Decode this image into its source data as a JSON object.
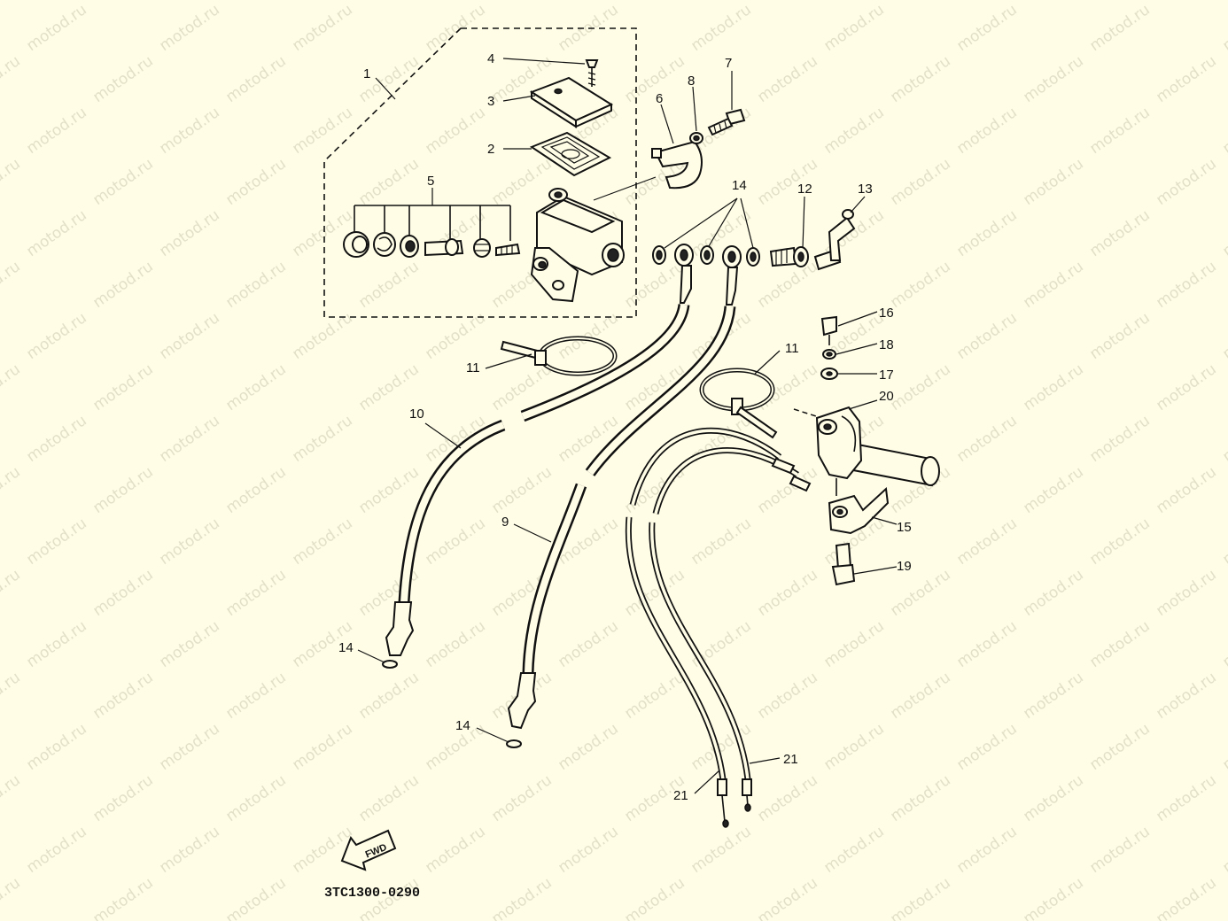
{
  "watermark": "motod.ru",
  "drawing_code": "3TC1300-0290",
  "fwd_label": "FWD",
  "callouts": [
    {
      "id": "1",
      "text": "1"
    },
    {
      "id": "2",
      "text": "2"
    },
    {
      "id": "3",
      "text": "3"
    },
    {
      "id": "4",
      "text": "4"
    },
    {
      "id": "5",
      "text": "5"
    },
    {
      "id": "6",
      "text": "6"
    },
    {
      "id": "7",
      "text": "7"
    },
    {
      "id": "8",
      "text": "8"
    },
    {
      "id": "9",
      "text": "9"
    },
    {
      "id": "10",
      "text": "10"
    },
    {
      "id": "11a",
      "text": "11"
    },
    {
      "id": "11b",
      "text": "11"
    },
    {
      "id": "12",
      "text": "12"
    },
    {
      "id": "13",
      "text": "13"
    },
    {
      "id": "14a",
      "text": "14"
    },
    {
      "id": "14b",
      "text": "14"
    },
    {
      "id": "14c",
      "text": "14"
    },
    {
      "id": "15",
      "text": "15"
    },
    {
      "id": "16",
      "text": "16"
    },
    {
      "id": "17",
      "text": "17"
    },
    {
      "id": "18",
      "text": "18"
    },
    {
      "id": "19",
      "text": "19"
    },
    {
      "id": "20",
      "text": "20"
    },
    {
      "id": "21a",
      "text": "21"
    },
    {
      "id": "21b",
      "text": "21"
    }
  ]
}
